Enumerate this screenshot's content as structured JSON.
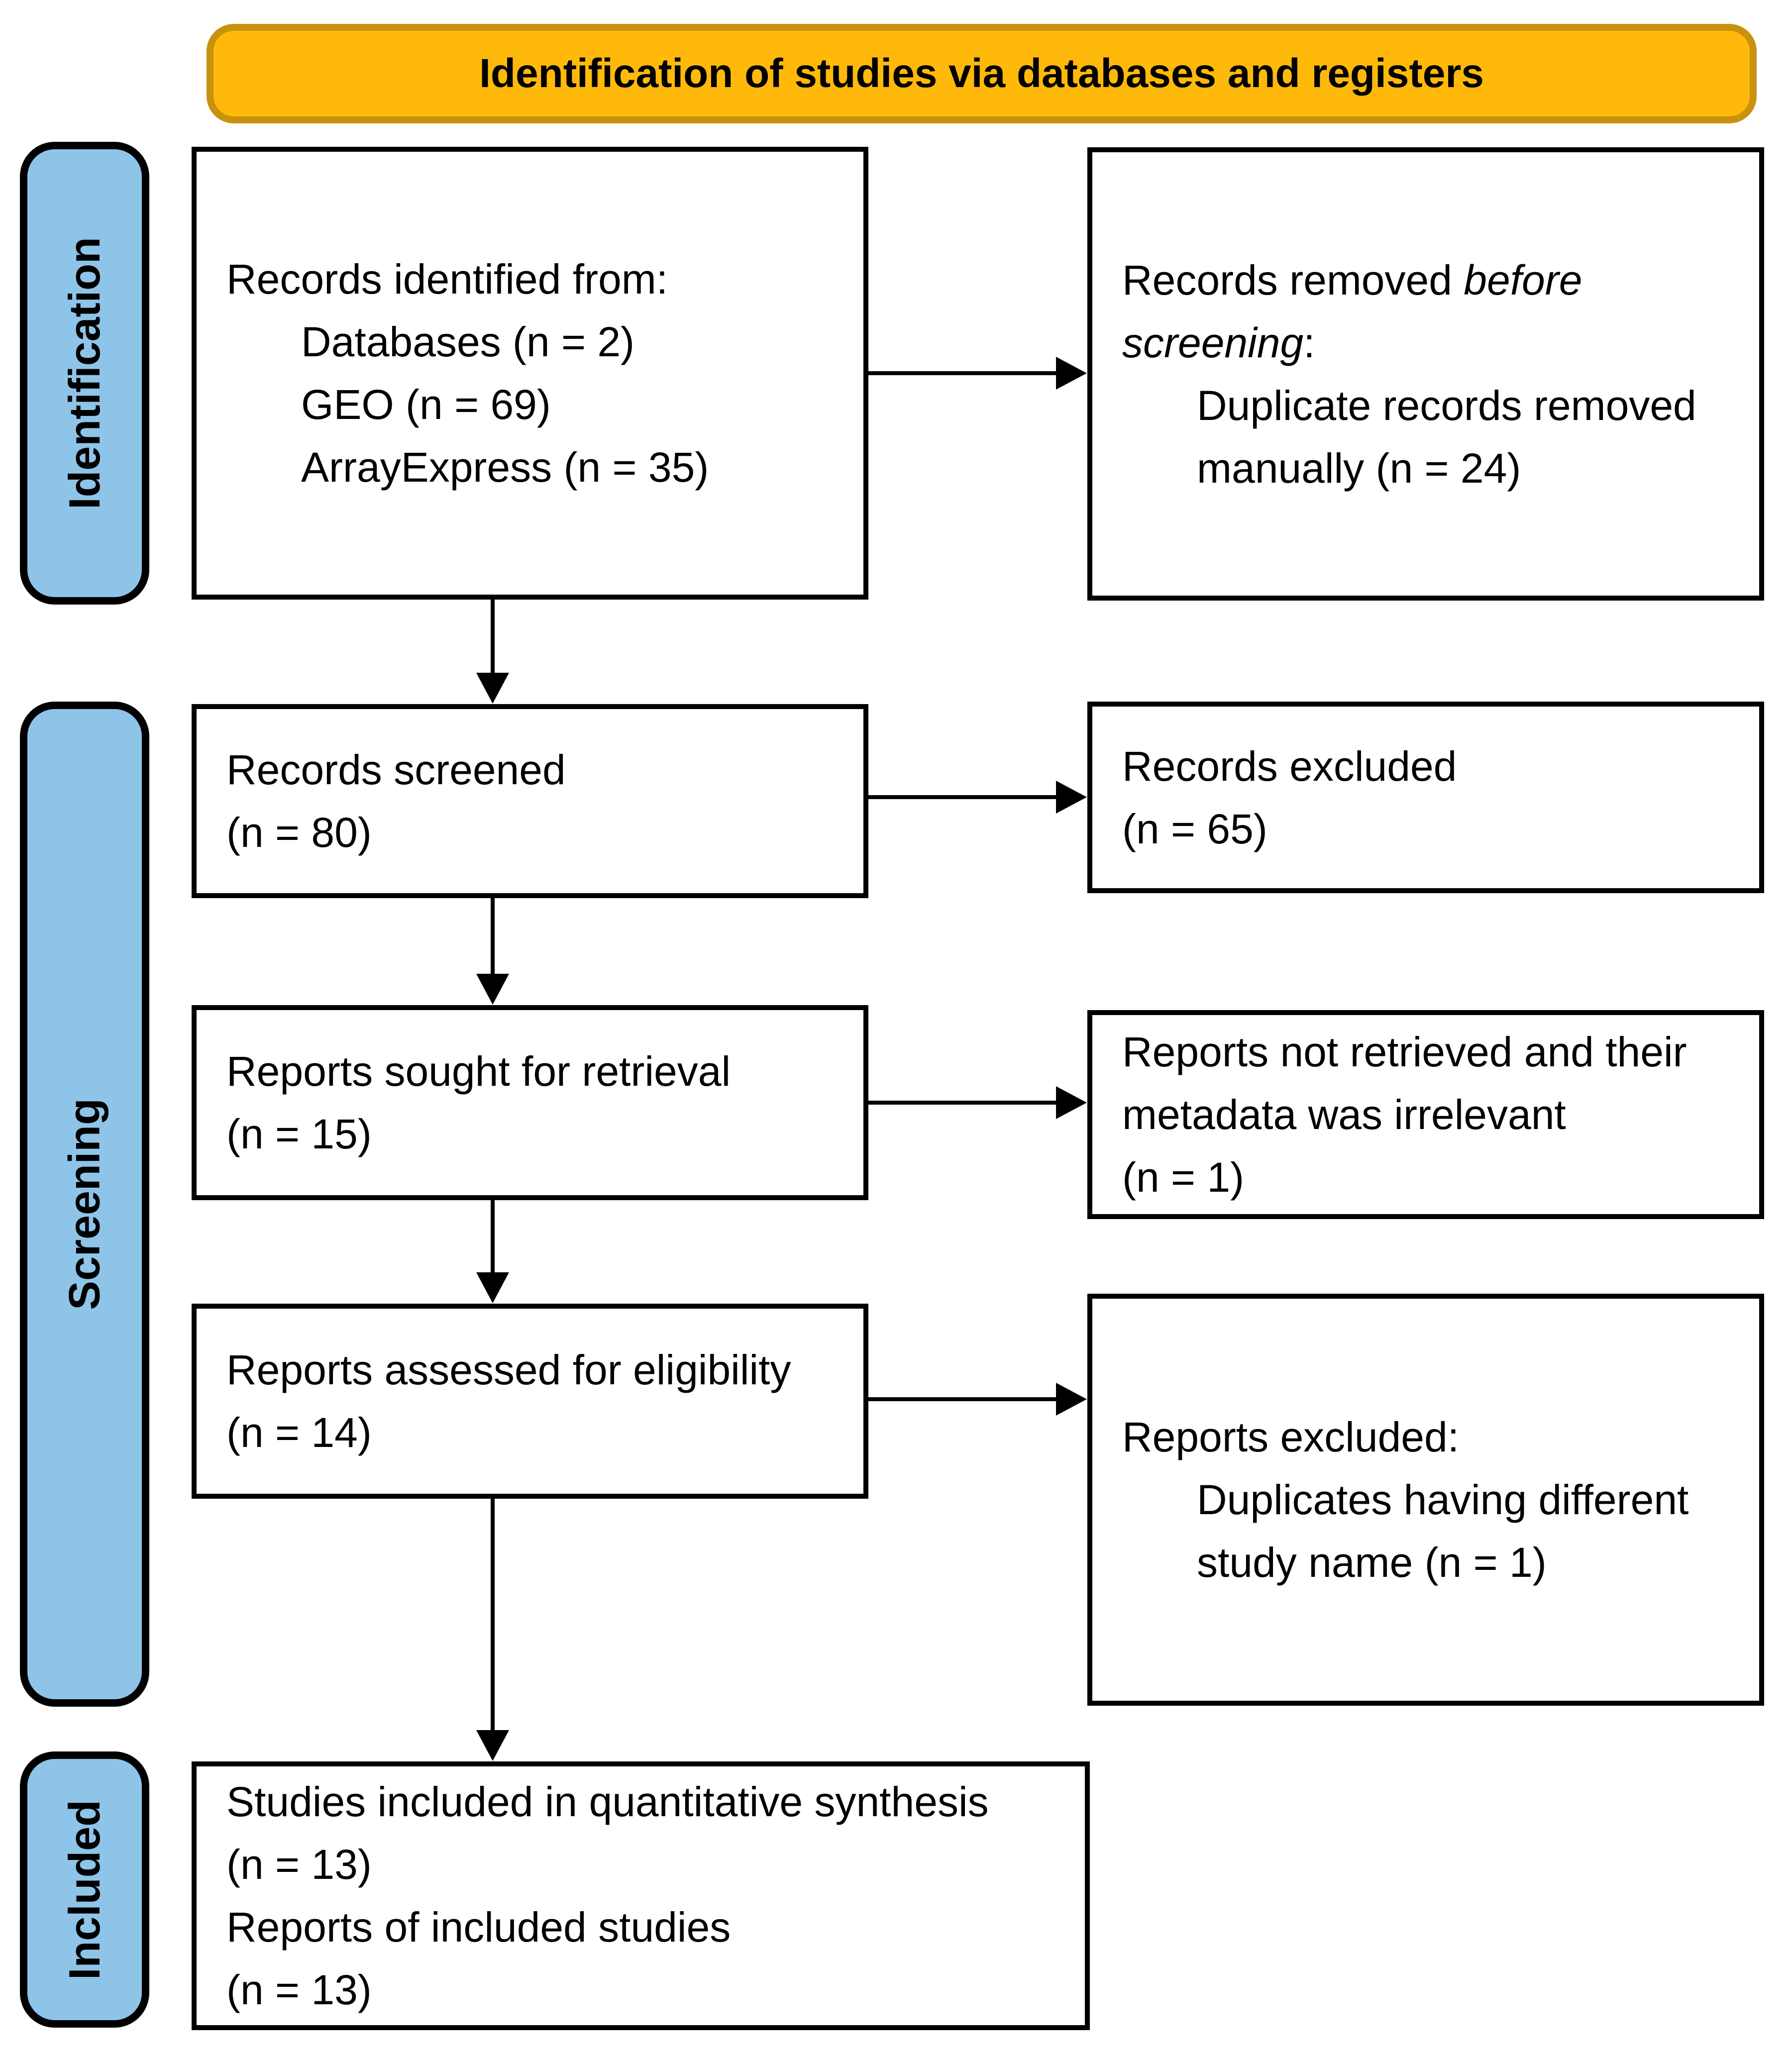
{
  "banner": {
    "title": "Identification of studies via databases and registers"
  },
  "stages": {
    "identification": "Identification",
    "screening": "Screening",
    "included": "Included"
  },
  "boxes": {
    "records_identified": {
      "intro": "Records identified from:",
      "items": [
        "Databases (n = 2)",
        "GEO (n = 69)",
        "ArrayExpress (n = 35)"
      ]
    },
    "records_removed": {
      "prefix": "Records removed ",
      "emphasis": "before screening",
      "suffix": ":",
      "items": [
        "Duplicate records removed manually (n = 24)"
      ]
    },
    "records_screened": {
      "lines": [
        "Records screened",
        "(n = 80)"
      ]
    },
    "records_excluded": {
      "lines": [
        "Records excluded",
        "(n = 65)"
      ]
    },
    "reports_sought": {
      "lines": [
        "Reports sought for retrieval",
        "(n = 15)"
      ]
    },
    "reports_not_retrieved": {
      "lines": [
        "Reports not retrieved and their metadata was irrelevant",
        "(n = 1)"
      ]
    },
    "reports_assessed": {
      "lines": [
        "Reports assessed for eligibility",
        "(n = 14)"
      ]
    },
    "reports_excluded": {
      "intro": "Reports excluded:",
      "items": [
        "Duplicates having different study name (n = 1)"
      ]
    },
    "studies_included": {
      "lines": [
        "Studies included in quantitative synthesis",
        "(n = 13)",
        "Reports of included studies",
        "(n = 13)"
      ]
    }
  },
  "colors": {
    "banner_fill": "#FFB90A",
    "banner_border": "#C9920E",
    "stage_fill": "#8FC4E9",
    "box_border": "#000000",
    "arrow": "#000000"
  }
}
